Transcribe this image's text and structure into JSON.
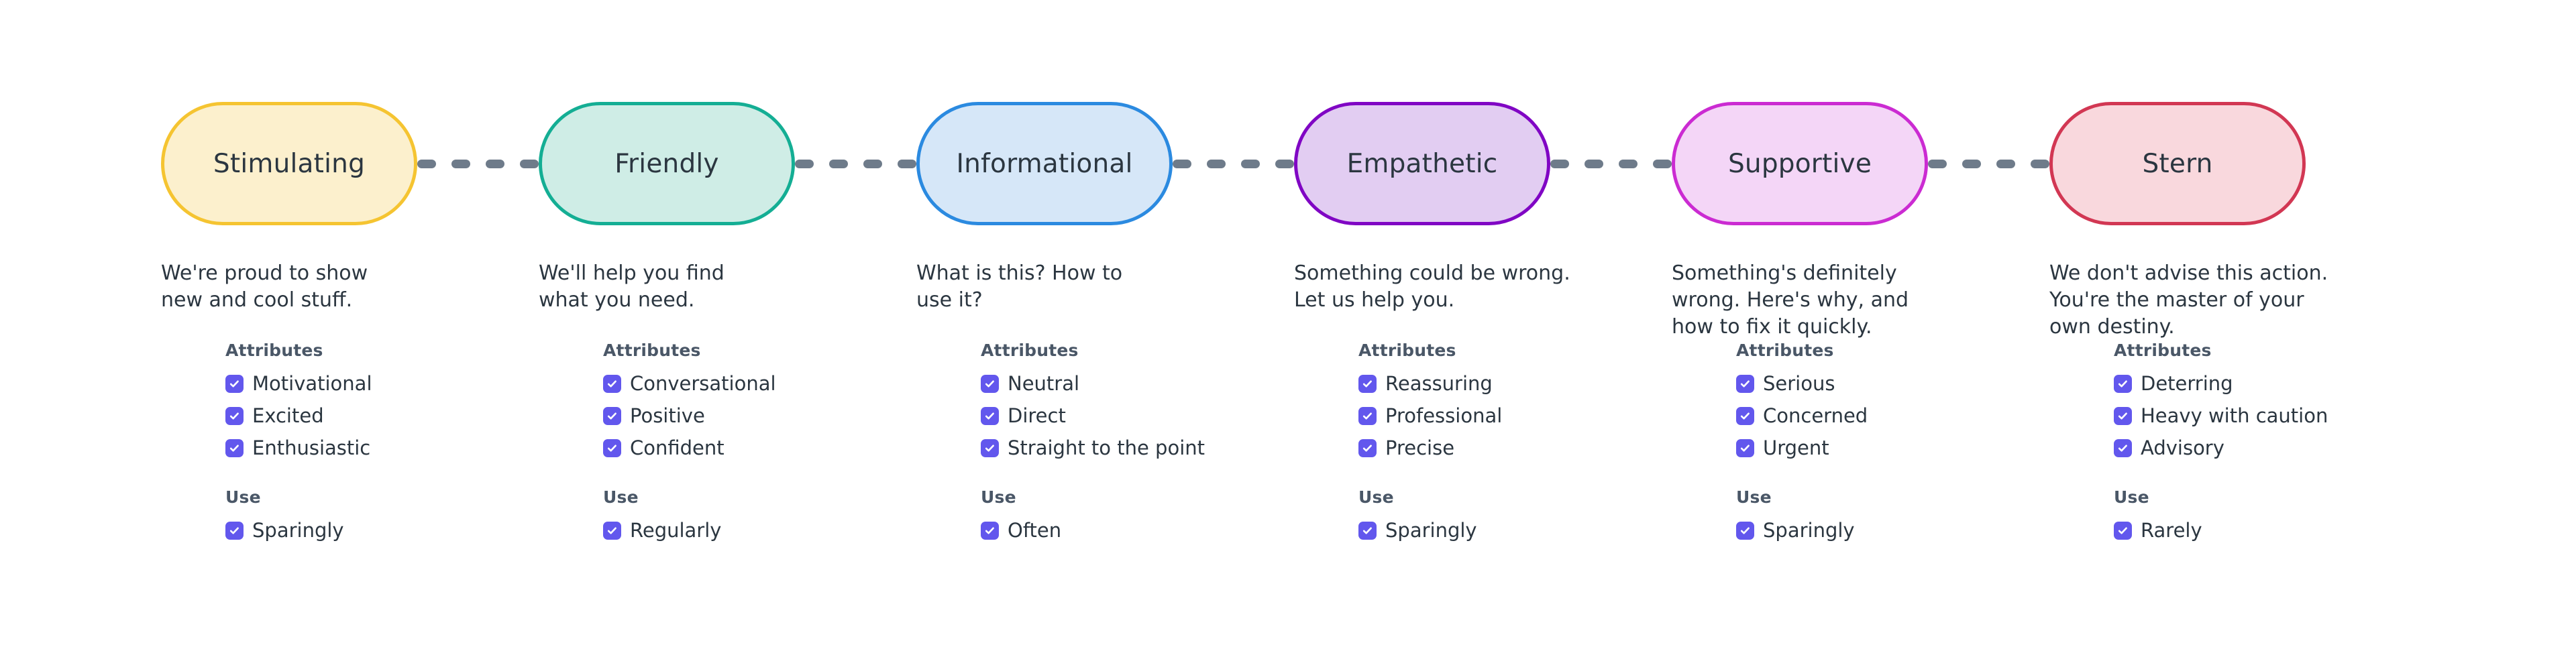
{
  "palette": {
    "checkbox_purple": "#6257ED",
    "check_mark": "#FFFFFF",
    "connector_dash": "#6E7B8A",
    "text_primary": "#2B3640",
    "heading_gray": "#4A5767",
    "background": "#FFFFFF"
  },
  "labels": {
    "attributes_heading": "Attributes",
    "use_heading": "Use"
  },
  "icons": {
    "check": "check-icon"
  },
  "tones": [
    {
      "name": "Stimulating",
      "fill": "#FCF0CD",
      "stroke": "#F6C game",
      "border": "#F5C431",
      "description": "We're proud to show\nnew and cool stuff.",
      "attributes": [
        "Motivational",
        "Excited",
        "Enthusiastic"
      ],
      "use": [
        "Sparingly"
      ]
    },
    {
      "name": "Friendly",
      "fill": "#CFEDE6",
      "border": "#14AE94",
      "description": "We'll help you find\nwhat you need.",
      "attributes": [
        "Conversational",
        "Positive",
        "Confident"
      ],
      "use": [
        "Regularly"
      ]
    },
    {
      "name": "Informational",
      "fill": "#D6E7F8",
      "border": "#2B8AE0",
      "description": "What is this? How to\nuse it?",
      "attributes": [
        "Neutral",
        "Direct",
        "Straight to the point"
      ],
      "use": [
        "Often"
      ]
    },
    {
      "name": "Empathetic",
      "fill": "#E2CDF2",
      "border": "#8006C4",
      "description": "Something could be wrong.\nLet us help you.",
      "attributes": [
        "Reassuring",
        "Professional",
        "Precise"
      ],
      "use": [
        "Sparingly"
      ]
    },
    {
      "name": "Supportive",
      "fill": "#F4D6F7",
      "border": "#CB2BD2",
      "description": "Something's definitely\nwrong. Here's why, and\nhow to fix it quickly.",
      "attributes": [
        "Serious",
        "Concerned",
        "Urgent"
      ],
      "use": [
        "Sparingly"
      ]
    },
    {
      "name": "Stern",
      "fill": "#F9D8DD",
      "border": "#D23753",
      "description": "We don't advise this action.\nYou're the master of your\nown destiny.",
      "attributes": [
        "Deterring",
        "Heavy with caution",
        "Advisory"
      ],
      "use": [
        "Rarely"
      ]
    }
  ]
}
